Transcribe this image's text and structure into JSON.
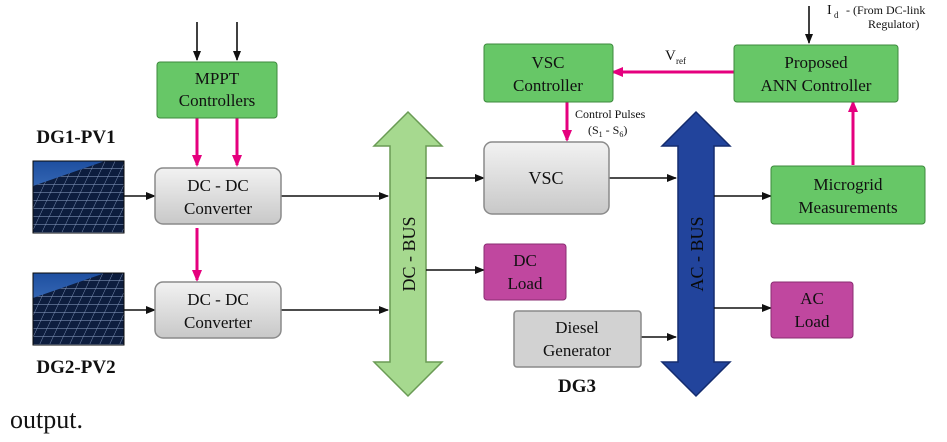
{
  "colors": {
    "green": "#67c767",
    "magenta": "#c0479f",
    "gray": "#d2d2d2",
    "arrow_pink": "#e5007e",
    "dc_bus": "#a6d98f",
    "ac_bus": "#22449c"
  },
  "blocks": {
    "mppt": [
      "MPPT",
      "Controllers"
    ],
    "dcdc1": [
      "DC - DC",
      "Converter"
    ],
    "dcdc2": [
      "DC - DC",
      "Converter"
    ],
    "vsc_controller": [
      "VSC",
      "Controller"
    ],
    "vsc": [
      "VSC"
    ],
    "ann": [
      "Proposed",
      "ANN Controller"
    ],
    "microgrid": [
      "Microgrid",
      "Measurements"
    ],
    "dc_load": [
      "DC",
      "Load"
    ],
    "ac_load": [
      "AC",
      "Load"
    ],
    "diesel": [
      "Diesel",
      "Generator"
    ]
  },
  "buses": {
    "dc_bus": "DC - BUS",
    "ac_bus": "AC - BUS"
  },
  "labels": {
    "dg1": "DG1-PV1",
    "dg2": "DG2-PV2",
    "dg3": "DG3",
    "vref_main": "V",
    "vref_sub": "ref",
    "control_pulses": "Control Pulses",
    "switches_open": "(S",
    "switches_sub1": "1",
    "switches_mid": " - S",
    "switches_sub6": "6",
    "switches_close": ")",
    "id_main": "I",
    "id_sub": "d",
    "id_source": "- (From DC-link",
    "id_source_2": "Regulator)"
  },
  "icons": {
    "pv1": "solar-panel-icon",
    "pv2": "solar-panel-icon"
  },
  "footer": "output."
}
